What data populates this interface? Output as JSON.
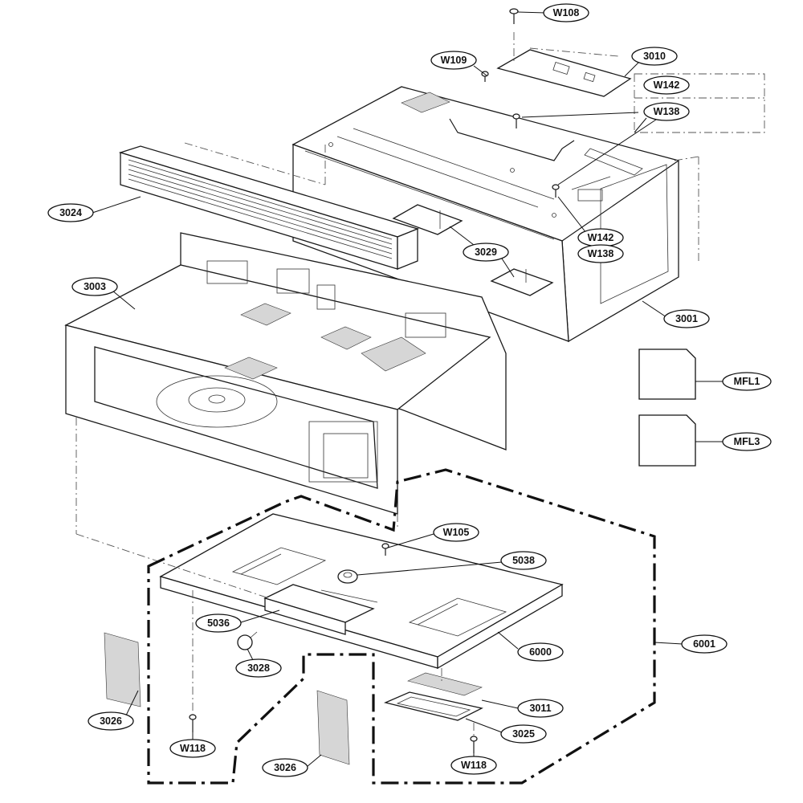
{
  "labels": {
    "w108": "W108",
    "w109": "W109",
    "p3010": "3010",
    "w142_top": "W142",
    "w138_top": "W138",
    "p3024": "3024",
    "w142_mid": "W142",
    "w138_mid": "W138",
    "p3029": "3029",
    "p3003": "3003",
    "p3001": "3001",
    "mfl1": "MFL1",
    "mfl3": "MFL3",
    "w105": "W105",
    "p5038": "5038",
    "p5036": "5036",
    "p6000": "6000",
    "p6001": "6001",
    "p3028": "3028",
    "p3026_left": "3026",
    "p3011": "3011",
    "p3025": "3025",
    "w118_left": "W118",
    "w118_right": "W118",
    "p3026_bottom": "3026"
  }
}
